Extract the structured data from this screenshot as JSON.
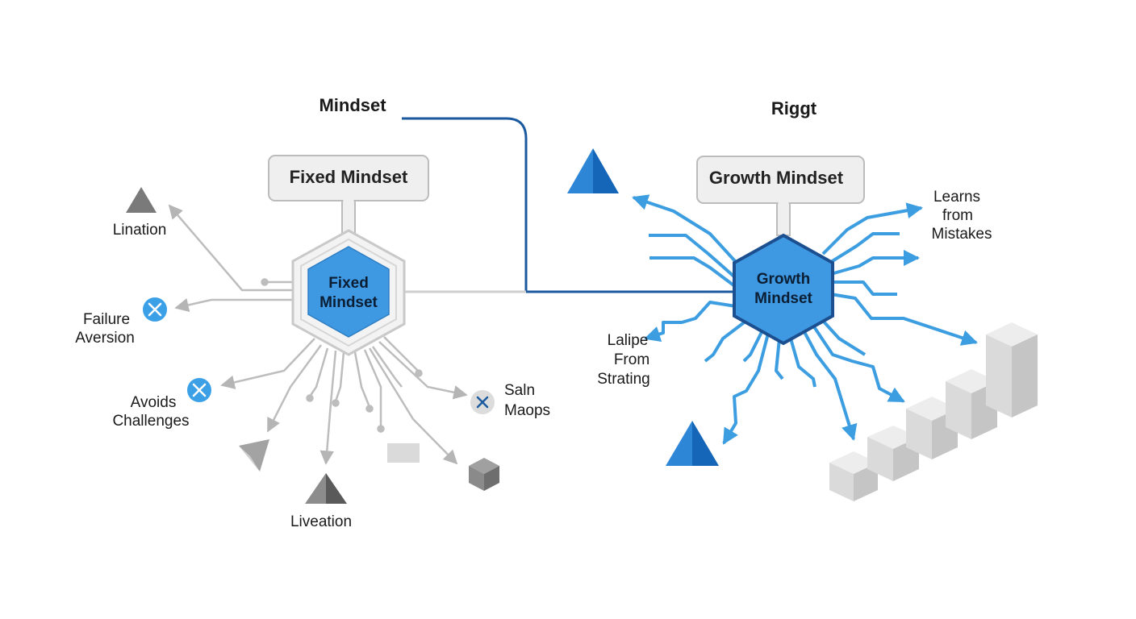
{
  "titles": {
    "left": "Mindset",
    "right": "Riggt"
  },
  "fixed": {
    "box_label": "Fixed Mindset",
    "hex_line1": "Fixed",
    "hex_line2": "Mindset",
    "labels": {
      "lination": "Lination",
      "failure_1": "Failure",
      "failure_2": "Aversion",
      "avoids_1": "Avoids",
      "avoids_2": "Challenges",
      "saln_1": "Saln",
      "saln_2": "Maops",
      "liveation": "Liveation"
    }
  },
  "growth": {
    "box_label": "Growth Mindset",
    "hex_line1": "Growth",
    "hex_line2": "Mindset",
    "labels": {
      "learns_1": "Learns",
      "learns_2": "from",
      "learns_3": "Mistakes",
      "lalipe_1": "Lalipe",
      "lalipe_2": "From",
      "lalipe_3": "Strating"
    }
  },
  "colors": {
    "blue_line": "#3c9ee0",
    "dark_blue": "#1c5aa0",
    "hex_fill": "#3e98e2",
    "grey_line": "#bdbdbd",
    "x_badge": "#3ca0e6"
  },
  "icons": {
    "fixed_shapes": [
      "triangle-icon",
      "x-circle-icon",
      "cone-icon",
      "rectangle-icon",
      "cube-icon"
    ],
    "growth_shapes": [
      "blue-pyramid-icon",
      "staircase-blocks"
    ]
  }
}
